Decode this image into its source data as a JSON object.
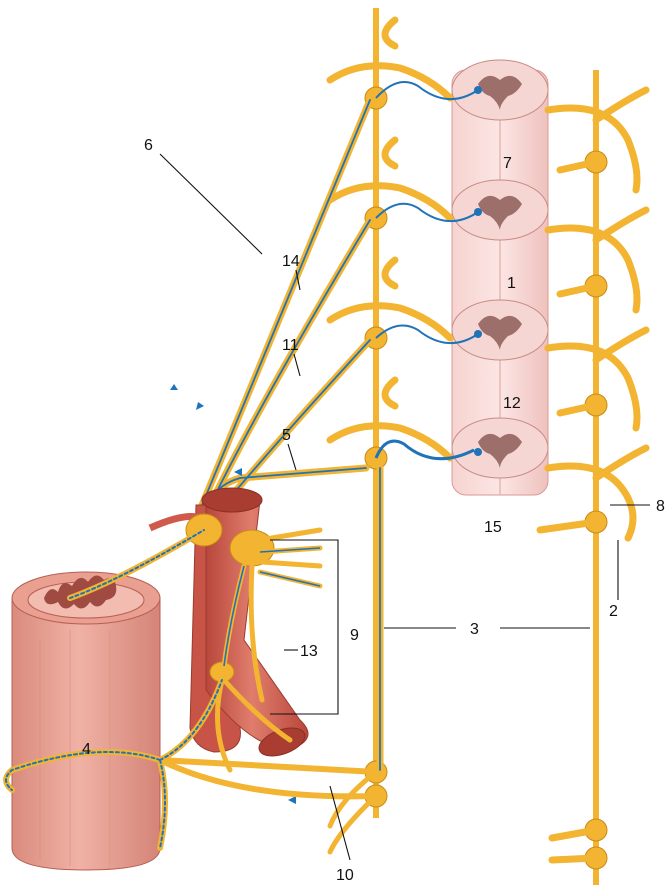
{
  "labels": {
    "l1": "1",
    "l2": "2",
    "l3": "3",
    "l4": "4",
    "l5": "5",
    "l6": "6",
    "l7": "7",
    "l8": "8",
    "l9": "9",
    "l10": "10",
    "l11": "11",
    "l12": "12",
    "l13": "13",
    "l14": "14",
    "l15": "15"
  },
  "colors": {
    "nerve": "#f2b431",
    "nerve_dark": "#c98a14",
    "neuron": "#1f73b8",
    "spinal_tissue": "#f2c9c6",
    "grey_matter": "#9c6f6a",
    "vessel": "#cf5a4c",
    "vessel_light": "#e78e7f",
    "intestine": "#e9a091",
    "intestine_dark": "#b85e54"
  }
}
